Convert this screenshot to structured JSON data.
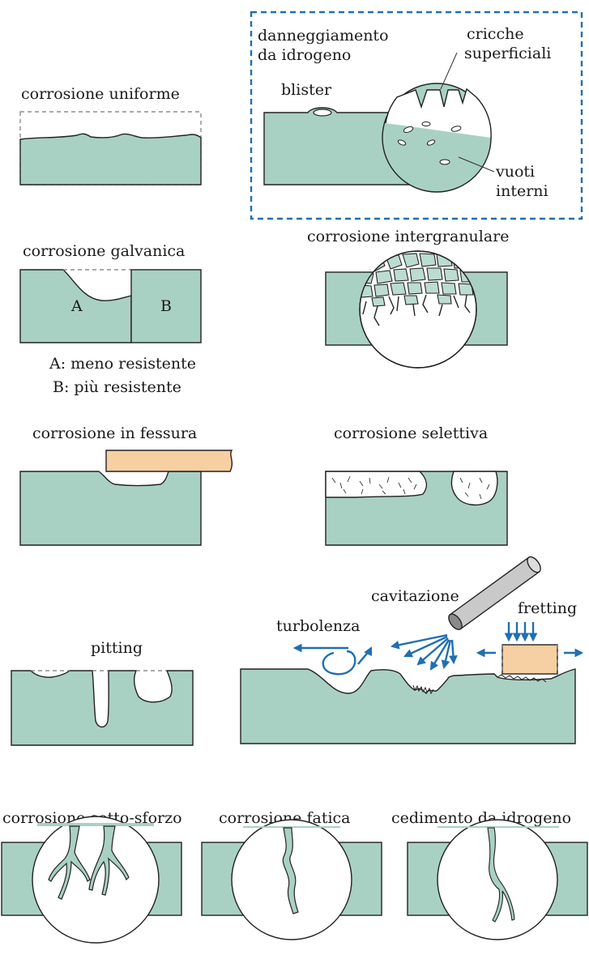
{
  "labels": {
    "uniform": "corrosione uniforme",
    "hydrogen_damage_1": "danneggiamento",
    "hydrogen_damage_2": "da idrogeno",
    "blister": "blister",
    "surface_cracks_1": "cricche",
    "surface_cracks_2": "superficiali",
    "internal_voids_1": "vuoti",
    "internal_voids_2": "interni",
    "galvanic": "corrosione galvanica",
    "metal_a": "A",
    "metal_b": "B",
    "legend_a": "A: meno resistente",
    "legend_b": "B: più resistente",
    "intergranular": "corrosione intergranulare",
    "crevice": "corrosione in fessura",
    "selective": "corrosione selettiva",
    "pitting": "pitting",
    "cavitation": "cavitazione",
    "turbulence": "turbolenza",
    "fretting": "fretting",
    "stress_corrosion": "corrosione sotto-sforzo",
    "fatigue_corrosion": "corrosione fatica",
    "hydrogen_failure": "cedimento da idrogeno"
  },
  "colors": {
    "material": "#a9d1c3",
    "pad": "#f6cfa2",
    "arrow": "#1f6fb2",
    "frame": "#1f6fb2"
  }
}
